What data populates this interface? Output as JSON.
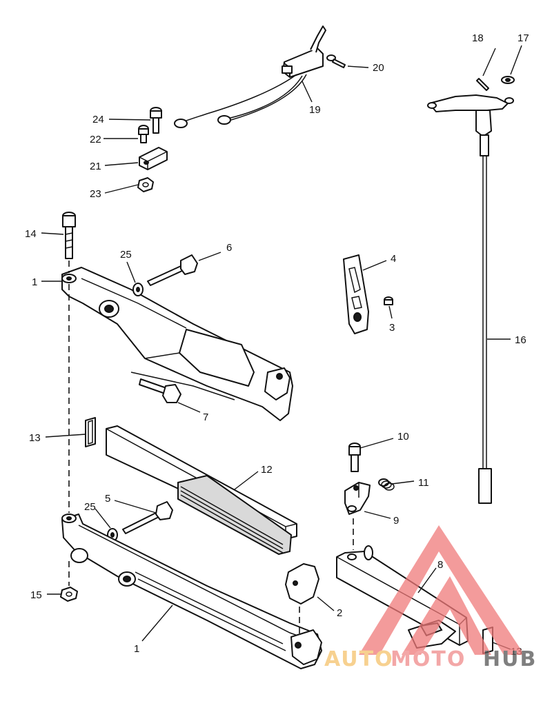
{
  "callouts": {
    "c1_top": "1",
    "c1_bottom": "1",
    "c2": "2",
    "c3": "3",
    "c4": "4",
    "c5": "5",
    "c6": "6",
    "c7": "7",
    "c8": "8",
    "c9": "9",
    "c10": "10",
    "c11": "11",
    "c12": "12",
    "c13_left": "13",
    "c13_right": "13",
    "c14": "14",
    "c15": "15",
    "c16": "16",
    "c17": "17",
    "c18": "18",
    "c19": "19",
    "c20": "20",
    "c21": "21",
    "c22": "22",
    "c23": "23",
    "c24": "24",
    "c25_upper": "25",
    "c25_lower": "25"
  },
  "watermark": {
    "brand_auto": "AUTO",
    "brand_moto": "MOTO",
    "brand_hub": "HUB",
    "colors": {
      "auto": "#f5c26b",
      "moto": "#f08a8a",
      "hub": "#555555",
      "triangle": "#f07a7a"
    }
  }
}
